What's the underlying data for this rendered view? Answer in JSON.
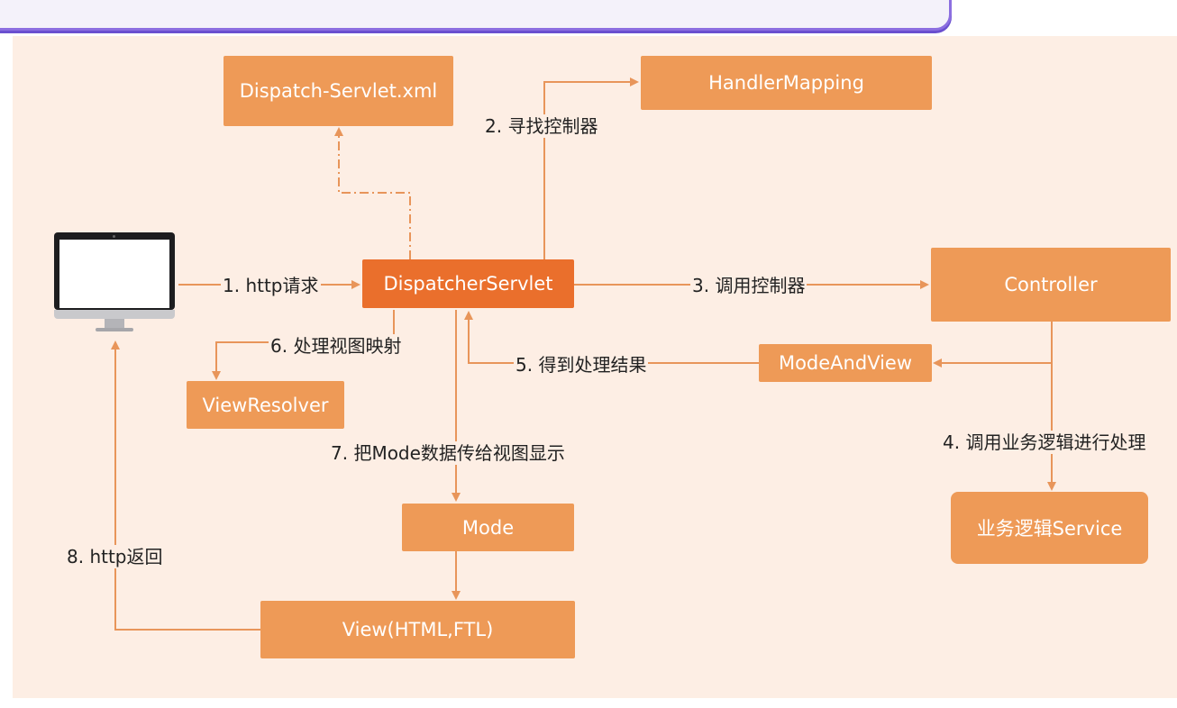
{
  "nodes": {
    "dispatch_servlet_xml": "Dispatch-Servlet.xml",
    "handler_mapping": "HandlerMapping",
    "dispatcher_servlet": "DispatcherServlet",
    "controller": "Controller",
    "mode_and_view": "ModeAndView",
    "view_resolver": "ViewResolver",
    "mode": "Mode",
    "service": "业务逻辑Service",
    "view": "View(HTML,FTL)"
  },
  "edges": {
    "step1": "1. http请求",
    "step2": "2. 寻找控制器",
    "step3": "3. 调用控制器",
    "step4": "4. 调用业务逻辑进行处理",
    "step5": "5. 得到处理结果",
    "step6": "6. 处理视图映射",
    "step7": "7. 把Mode数据传给视图显示",
    "step8": "8. http返回"
  },
  "colors": {
    "node": "#ee9a57",
    "primary_node": "#ea6f2c",
    "line": "#e8955a",
    "background": "#fdeee4"
  },
  "icons": {
    "client": "desktop-monitor-icon"
  }
}
